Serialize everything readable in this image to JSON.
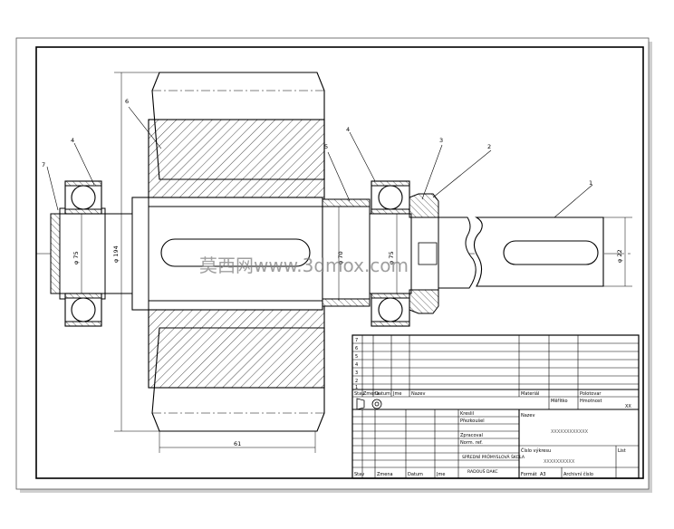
{
  "watermark": "莫西网www.3dmox.com",
  "part_numbers": [
    "7",
    "4",
    "6",
    "5",
    "4",
    "3",
    "2",
    "1"
  ],
  "dimensions": {
    "gear_diameter": "φ 194",
    "bearing_diameter_left": "φ 75",
    "bearing_diameter_right": "φ 75",
    "shaft_diameter": "φ 70",
    "shaft_end_diameter": "φ 22",
    "gear_width": "61"
  },
  "title_block": {
    "rev_rows": [
      "7",
      "6",
      "5",
      "4",
      "3",
      "2",
      "1"
    ],
    "col_headers_lower": [
      "Stav",
      "Zmena",
      "Datum",
      "Jme"
    ],
    "rev_header": [
      "Stav",
      "Zmena",
      "Datum",
      "Jme"
    ],
    "labels": {
      "nazev": "Nazev",
      "material": "Materiál",
      "polotovar": "Polotovar",
      "meritko": "Měřítko",
      "hmotnost": "Hmotnost",
      "xx": "XX",
      "kreslil": "Kreslil",
      "prezkousel": "Přezkoušel",
      "zpracoval": "Zpracoval",
      "norm_ref": "Norm. ref.",
      "school": "SPŘEDNÍ PRŮMYSLOVÁ ŠKOLA",
      "city": "RADOUŠ DAKC",
      "cislo_vykresu": "Číslo výkresu",
      "list": "List",
      "format": "Formát",
      "format_value": "A3",
      "archivni": "Archivní číslo",
      "placeholder_name": "XXXXXXXXXXXX",
      "placeholder_number": "XXXXXXXXXX"
    }
  }
}
